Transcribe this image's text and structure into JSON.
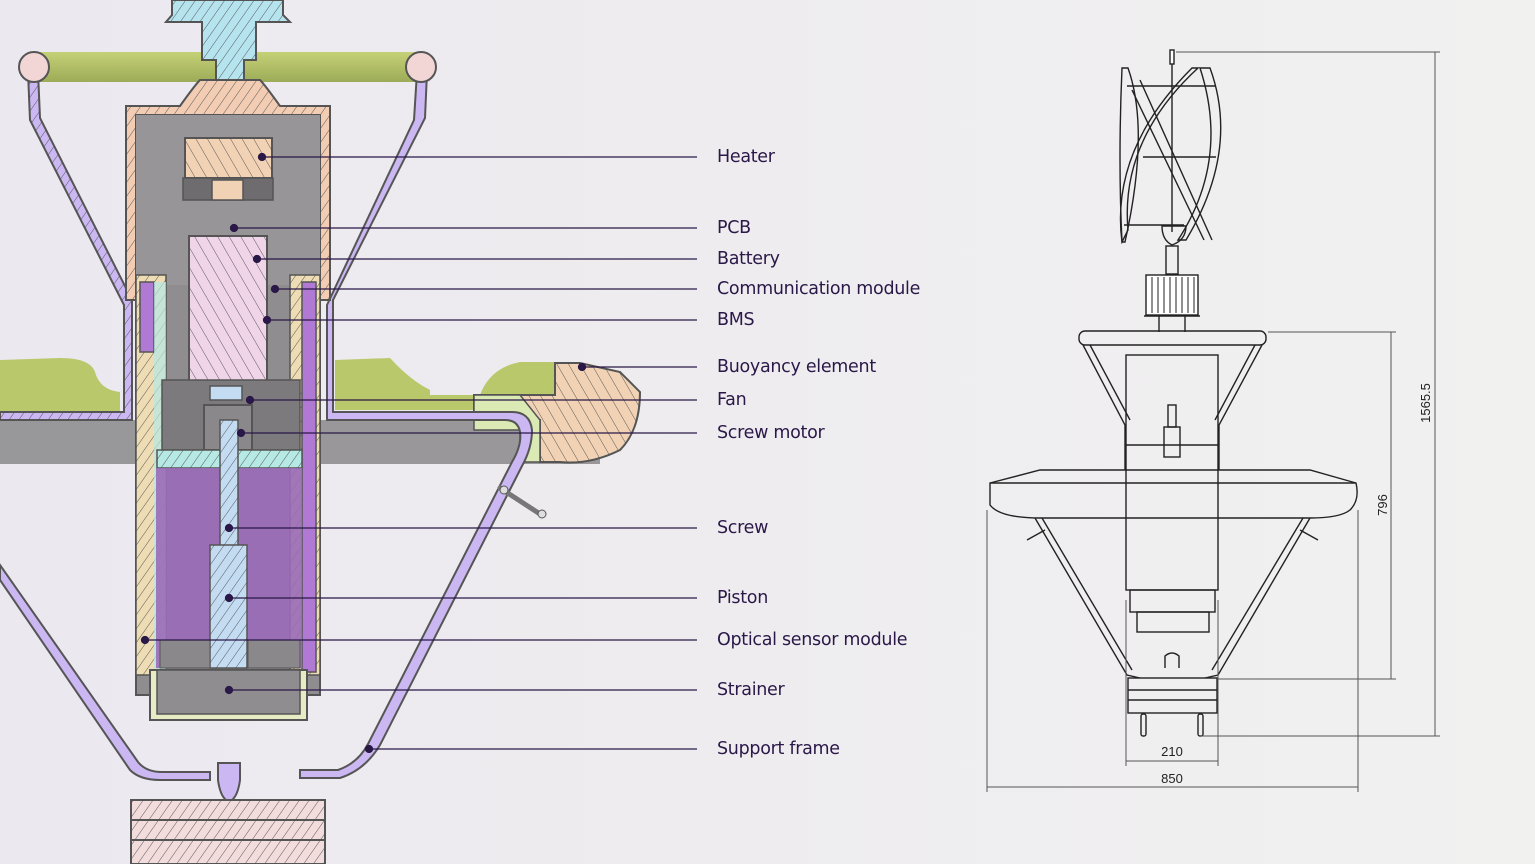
{
  "colors": {
    "leader": "#2a1848",
    "label_text": "#2a1848",
    "frame": "#cbb8f2",
    "housing": "#f2cdb4",
    "inner_gray": "#8f8d8f",
    "battery": "#f0d4e8",
    "purple_chamber": "#9a6ab8",
    "screw_blue": "#c4dcf2",
    "cyan": "#b6e8e4",
    "green_buoy": "#bccb6a",
    "top_cap": "#b6e4ee"
  },
  "labels": [
    {
      "id": "heater",
      "text": "Heater"
    },
    {
      "id": "pcb",
      "text": "PCB"
    },
    {
      "id": "battery",
      "text": "Battery"
    },
    {
      "id": "communication-module",
      "text": "Communication module"
    },
    {
      "id": "bms",
      "text": "BMS"
    },
    {
      "id": "buoyancy-element",
      "text": "Buoyancy element"
    },
    {
      "id": "fan",
      "text": "Fan"
    },
    {
      "id": "screw-motor",
      "text": "Screw motor"
    },
    {
      "id": "screw",
      "text": "Screw"
    },
    {
      "id": "piston",
      "text": "Piston"
    },
    {
      "id": "optical-sensor-module",
      "text": "Optical sensor module"
    },
    {
      "id": "strainer",
      "text": "Strainer"
    },
    {
      "id": "support-frame",
      "text": "Support frame"
    }
  ],
  "dimensions": {
    "total_height": "1565.5",
    "float_height": "796",
    "base_width": "210",
    "float_width": "850"
  }
}
